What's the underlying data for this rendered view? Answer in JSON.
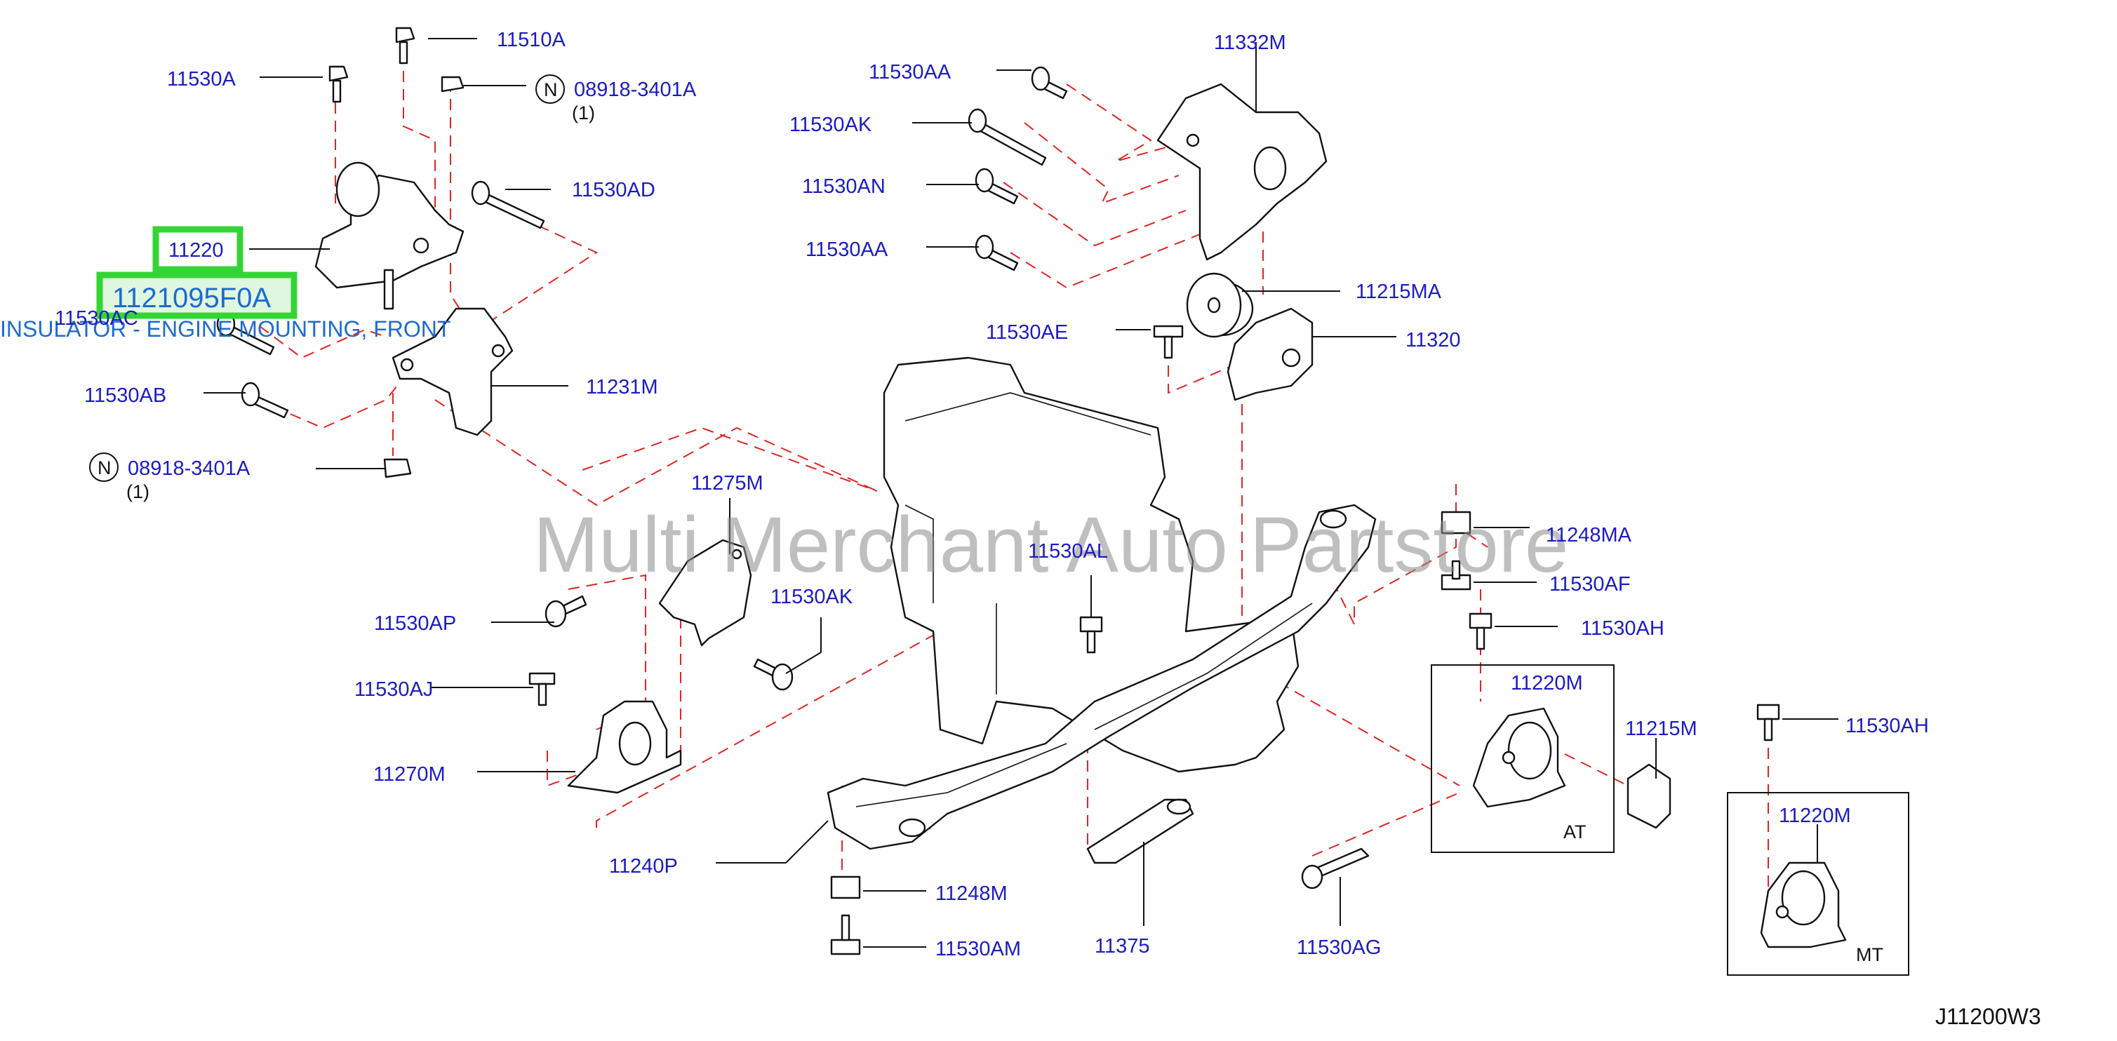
{
  "watermark": "Multi Merchant Auto Partstore",
  "diagram_code": "J11200W3",
  "highlight": {
    "part_number": "1121095F0A",
    "description": "INSULATOR - ENGINE MOUNTING, FRONT",
    "callout": "11220"
  },
  "labels": {
    "l11510A": "11510A",
    "l11530A": "11530A",
    "l08918_top": "08918-3401A",
    "l08918_top_qty": "(1)",
    "l11530AD": "11530AD",
    "l11530AC": "11530AC",
    "l11530AB": "11530AB",
    "l11231M": "11231M",
    "l08918_bot": "08918-3401A",
    "l08918_bot_qty": "(1)",
    "n_top": "N",
    "n_bot": "N",
    "l11530AA_top": "11530AA",
    "l11332M": "11332M",
    "l11530AK_top": "11530AK",
    "l11530AN": "11530AN",
    "l11530AA_bot": "11530AA",
    "l11215MA": "11215MA",
    "l11530AE": "11530AE",
    "l11320": "11320",
    "l11275M": "11275M",
    "l11530AK_mid": "11530AK",
    "l11530AL": "11530AL",
    "l11248MA": "11248MA",
    "l11530AF": "11530AF",
    "l11530AH_1": "11530AH",
    "l11530AP": "11530AP",
    "l11530AJ": "11530AJ",
    "l11270M": "11270M",
    "l11220M_at": "11220M",
    "l11215M": "11215M",
    "l11530AH_2": "11530AH",
    "l11220M_mt": "11220M",
    "at": "AT",
    "mt": "MT",
    "l11240P": "11240P",
    "l11248M": "11248M",
    "l11530AM": "11530AM",
    "l11375": "11375",
    "l11530AG": "11530AG"
  }
}
